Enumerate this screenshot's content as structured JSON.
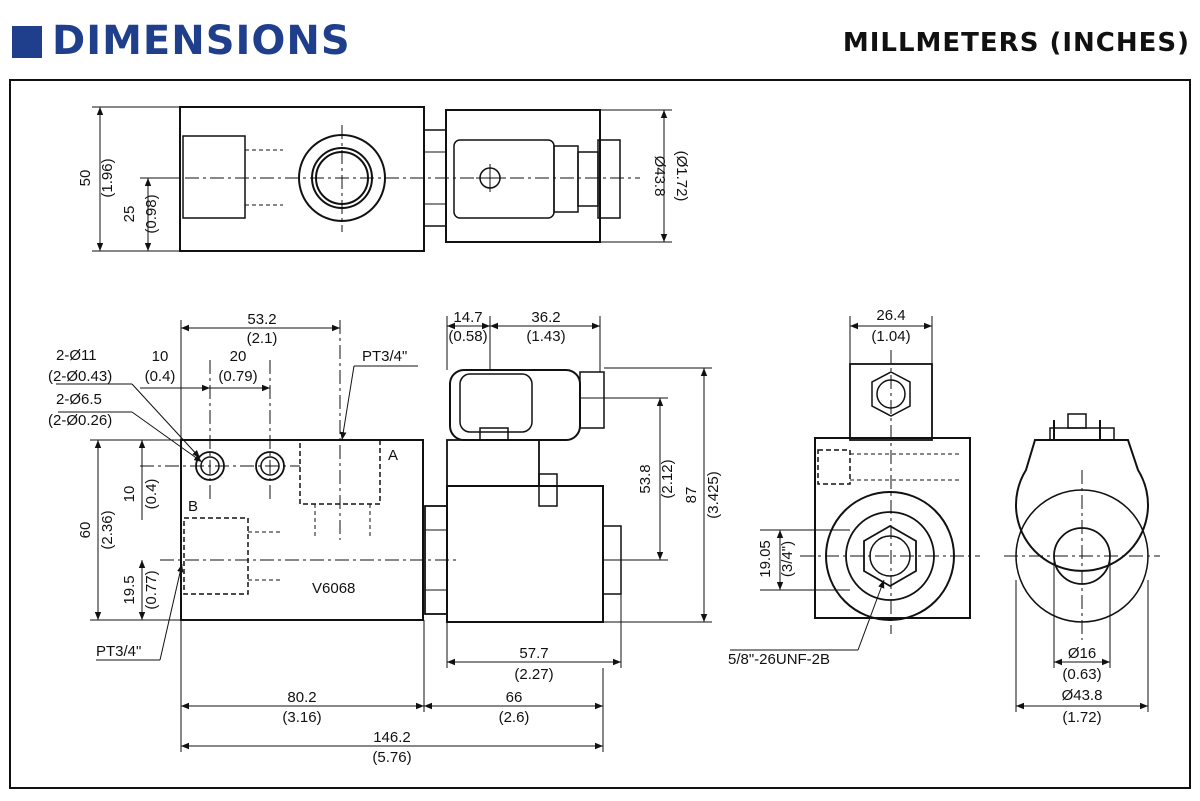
{
  "header": {
    "title": "DIMENSIONS",
    "units": "MILLMETERS (INCHES)"
  },
  "top_view": {
    "height_mm": "50",
    "height_in": "(1.96)",
    "half_mm": "25",
    "half_in": "(0.98)",
    "coil_dia_mm": "Ø43.8",
    "coil_dia_in": "(Ø1.72)"
  },
  "front_view": {
    "ports_span_mm": "53.2",
    "ports_span_in": "(2.1)",
    "hole_big_mm": "2-Ø11",
    "hole_big_in": "(2-Ø0.43)",
    "hole_small_mm": "2-Ø6.5",
    "hole_small_in": "(2-Ø0.26)",
    "x10_mm": "10",
    "x10_in": "(0.4)",
    "x20_mm": "20",
    "x20_in": "(0.79)",
    "port_top": "PT3/4\"",
    "port_bottom": "PT3/4\"",
    "label_a": "A",
    "label_b": "B",
    "model": "V6068",
    "height_mm": "60",
    "height_in": "(2.36)",
    "y10_mm": "10",
    "y10_in": "(0.4)",
    "y195_mm": "19.5",
    "y195_in": "(0.77)",
    "body_mm": "80.2",
    "body_in": "(3.16)",
    "coil_len_mm": "66",
    "coil_len_in": "(2.6)",
    "total_mm": "146.2",
    "total_in": "(5.76)",
    "conn_a_mm": "14.7",
    "conn_a_in": "(0.58)",
    "conn_b_mm": "36.2",
    "conn_b_in": "(1.43)",
    "coil_h_mm": "53.8",
    "coil_h_in": "(2.12)",
    "coil_total_mm": "87",
    "coil_total_in": "(3.425)",
    "coil_w_mm": "57.7",
    "coil_w_in": "(2.27)"
  },
  "end_view": {
    "hex_mm": "26.4",
    "hex_in": "(1.04)",
    "offset_mm": "19.05",
    "offset_in": "(3/4\")",
    "thread": "5/8\"-26UNF-2B"
  },
  "coil_view": {
    "bore_mm": "Ø16",
    "bore_in": "(0.63)",
    "outer_mm": "Ø43.8",
    "outer_in": "(1.72)"
  }
}
